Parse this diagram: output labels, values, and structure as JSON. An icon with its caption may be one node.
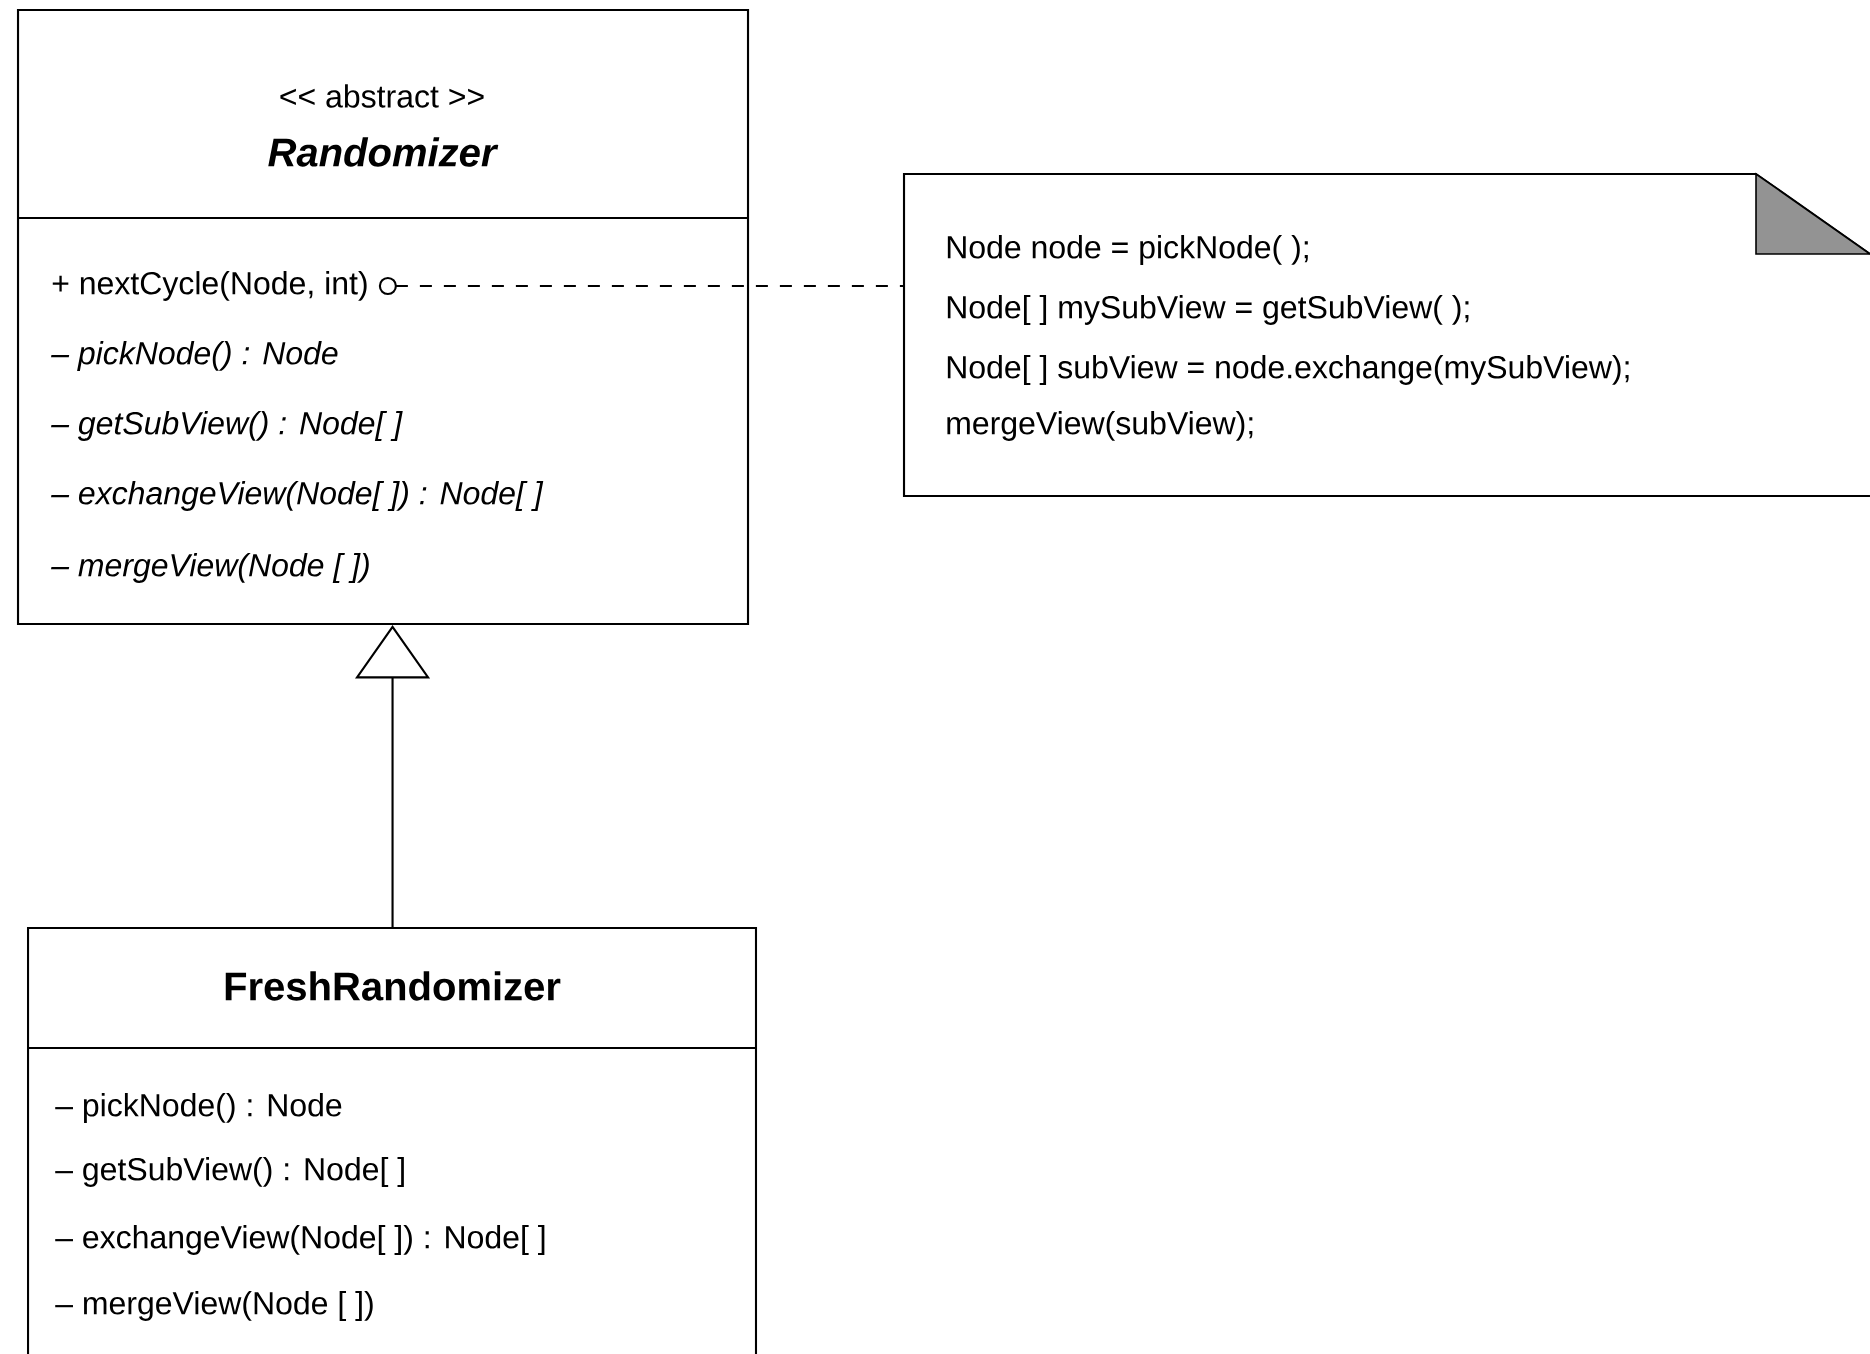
{
  "diagram": {
    "nodes": [
      {
        "text": [
          "<< abstract >>",
          "Randomizer"
        ]
      },
      {
        "text": [
          "+ nextCycle(Node, int)"
        ],
        "in": 0
      },
      {
        "text": [
          "– pickNode() : Node"
        ],
        "in": 0
      },
      {
        "text": [
          "– getSubView() : Node[ ]"
        ],
        "in": 0
      },
      {
        "text": [
          "– exchangeView(Node[ ]) : Node[ ]"
        ],
        "in": 0
      },
      {
        "text": [
          "– mergeView(Node [ ])"
        ],
        "in": 0
      },
      {
        "text": [
          "Node node = pickNode( );",
          "Node[ ] mySubView = getSubView( );",
          "Node[ ] subView = node.exchange(mySubView);",
          "mergeView(subView);"
        ]
      },
      {
        "text": [
          "FreshRandomizer"
        ]
      },
      {
        "text": [
          "– pickNode() : Node"
        ],
        "in": 7
      },
      {
        "text": [
          "– getSubView() : Node[ ]"
        ],
        "in": 7
      },
      {
        "text": [
          "– exchangeView(Node[ ]) : Node[ ]"
        ],
        "in": 7
      },
      {
        "text": [
          "– mergeView(Node [ ])"
        ],
        "in": 7
      }
    ],
    "edges": [
      {
        "from": 1,
        "to": 6,
        "arrow": "other",
        "style": "dashed"
      },
      {
        "from": 7,
        "to": 0,
        "arrow": "to"
      }
    ]
  }
}
